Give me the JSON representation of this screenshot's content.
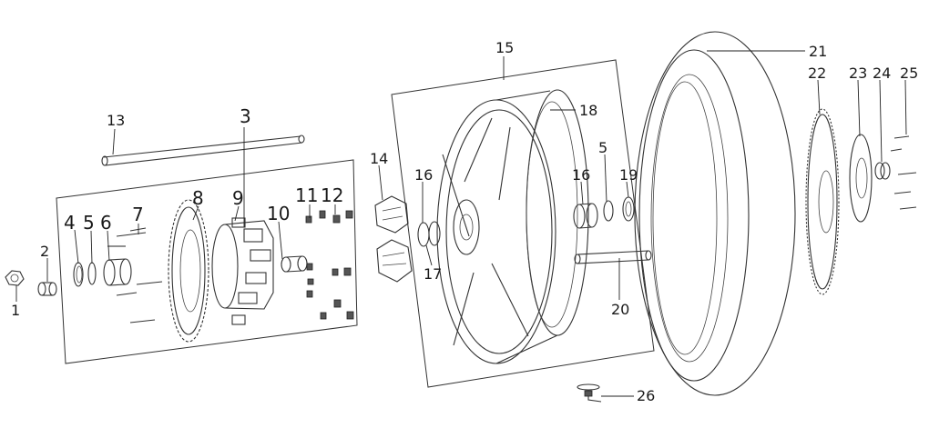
{
  "labels": {
    "p1": "1",
    "p2": "2",
    "p3": "3",
    "p4": "4",
    "p5a": "5",
    "p6": "6",
    "p7": "7",
    "p8": "8",
    "p9": "9",
    "p10": "10",
    "p11": "11",
    "p12": "12",
    "p13": "13",
    "p14": "14",
    "p15": "15",
    "p16a": "16",
    "p16b": "16",
    "p17": "17",
    "p18": "18",
    "p5b": "5",
    "p19": "19",
    "p20": "20",
    "p21": "21",
    "p22": "22",
    "p23": "23",
    "p24": "24",
    "p25": "25",
    "p26": "26"
  },
  "colors": {
    "line": "#333333",
    "background": "#ffffff"
  }
}
